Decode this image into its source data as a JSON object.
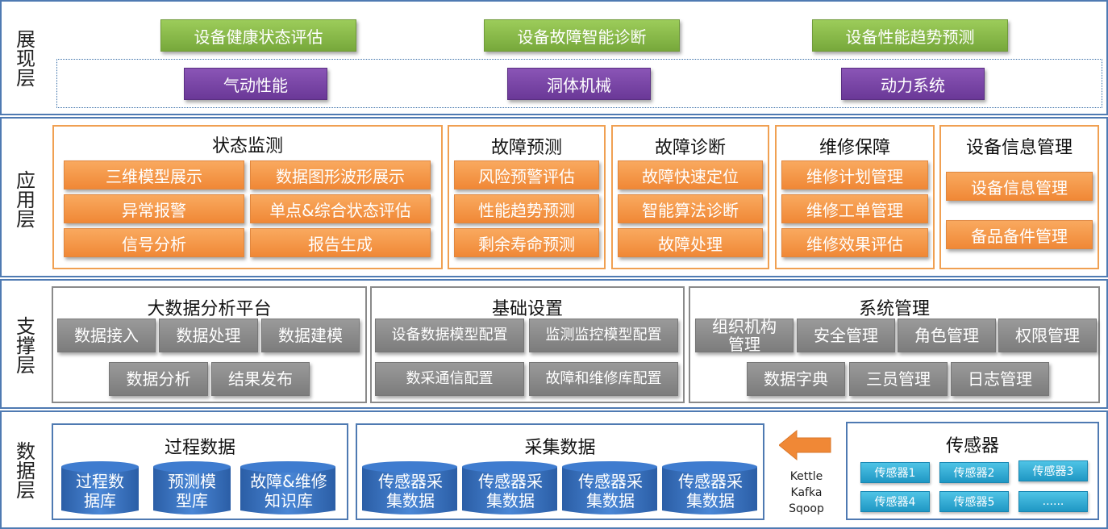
{
  "colors": {
    "layer_border": "#4f7ab2",
    "green": "#85b447",
    "purple": "#7446a2",
    "orange": "#f39240",
    "gray": "#8a8a8a",
    "db_blue": "#2e68b8",
    "teal": "#2ba9d3",
    "arrow": "#f08836"
  },
  "presentation": {
    "label": "展现层",
    "green_items": [
      "设备健康状态评估",
      "设备故障智能诊断",
      "设备性能趋势预测"
    ],
    "purple_items": [
      "气动性能",
      "洞体机械",
      "动力系统"
    ]
  },
  "application": {
    "label": "应用层",
    "groups": [
      {
        "title": "状态监测",
        "items": [
          "三维模型展示",
          "数据图形波形展示",
          "异常报警",
          "单点&综合状态评估",
          "信号分析",
          "报告生成"
        ]
      },
      {
        "title": "故障预测",
        "items": [
          "风险预警评估",
          "性能趋势预测",
          "剩余寿命预测"
        ]
      },
      {
        "title": "故障诊断",
        "items": [
          "故障快速定位",
          "智能算法诊断",
          "故障处理"
        ]
      },
      {
        "title": "维修保障",
        "items": [
          "维修计划管理",
          "维修工单管理",
          "维修效果评估"
        ]
      },
      {
        "title": "设备信息管理",
        "items": [
          "设备信息管理",
          "备品备件管理"
        ]
      }
    ]
  },
  "support": {
    "label": "支撑层",
    "groups": [
      {
        "title": "大数据分析平台",
        "items": [
          "数据接入",
          "数据处理",
          "数据建模",
          "数据分析",
          "结果发布"
        ]
      },
      {
        "title": "基础设置",
        "items": [
          "设备数据模型配置",
          "监测监控模型配置",
          "数采通信配置",
          "故障和维修库配置"
        ]
      },
      {
        "title": "系统管理",
        "items": [
          "组织机构管理",
          "安全管理",
          "角色管理",
          "权限管理",
          "数据字典",
          "三员管理",
          "日志管理"
        ]
      }
    ]
  },
  "data": {
    "label": "数据层",
    "process": {
      "title": "过程数据",
      "items": [
        "过程数据库",
        "预测模型库",
        "故障&维修知识库"
      ]
    },
    "collect": {
      "title": "采集数据",
      "items": [
        "传感器采集数据",
        "传感器采集数据",
        "传感器采集数据",
        "传感器采集数据"
      ]
    },
    "tools": [
      "Kettle",
      "Kafka",
      "Sqoop"
    ],
    "sensor": {
      "title": "传感器",
      "items": [
        "传感器1",
        "传感器2",
        "传感器3",
        "传感器4",
        "传感器5",
        "......"
      ]
    }
  }
}
